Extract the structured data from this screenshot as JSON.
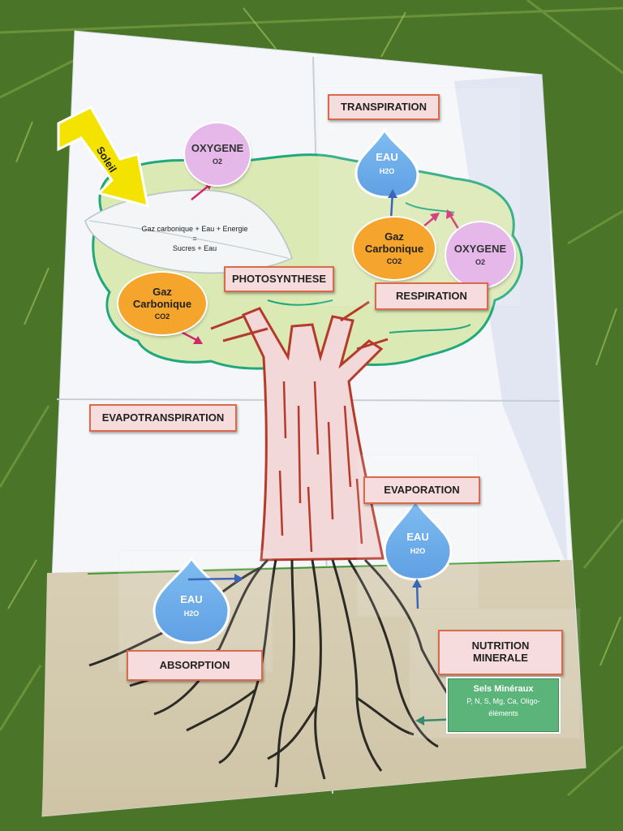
{
  "labels": {
    "transpiration": "TRANSPIRATION",
    "photosynthese": "PHOTOSYNTHESE",
    "respiration": "RESPIRATION",
    "evapotranspiration": "EVAPOTRANSPIRATION",
    "evaporation": "EVAPORATION",
    "absorption": "ABSORPTION",
    "nutrition_line1": "NUTRITION",
    "nutrition_line2": "MINERALE"
  },
  "sun_label": "Soleil",
  "formula": {
    "line1": "Gaz carbonique + Eau + Energie",
    "line2": "=",
    "line3": "Sucres + Eau"
  },
  "bubbles": {
    "oxygen_left": {
      "name": "OXYGENE",
      "formula": "O2"
    },
    "oxygen_right": {
      "name": "OXYGENE",
      "formula": "O2"
    },
    "co2_left": {
      "name_line1": "Gaz",
      "name_line2": "Carbonique",
      "formula": "CO2"
    },
    "co2_right": {
      "name_line1": "Gaz",
      "name_line2": "Carbonique",
      "formula": "CO2"
    }
  },
  "drops": {
    "transpiration": {
      "name": "EAU",
      "formula": "H2O"
    },
    "evaporation": {
      "name": "EAU",
      "formula": "H2O"
    },
    "absorption": {
      "name": "EAU",
      "formula": "H2O"
    }
  },
  "mineral_salts": {
    "title": "Sels Minéraux",
    "line1": "P, N, S, Mg, Ca, Oligo-",
    "line2": "éléments"
  },
  "colors": {
    "label_fill": "#f6dcdc",
    "label_border": "#d96a4c",
    "oxygen": "#e6b8ea",
    "co2": "#f6a52c",
    "water": "#5aa3ea",
    "sun": "#f4e200",
    "canopy_outline": "#1fa87c",
    "trunk": "#b53a2a",
    "salts": "#5bb57a"
  }
}
